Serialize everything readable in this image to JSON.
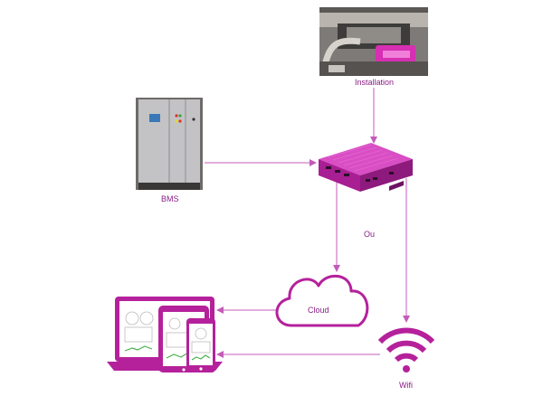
{
  "labels": {
    "installation": "Installation",
    "bms": "BMS",
    "ou": "Ou",
    "cloud": "Cloud",
    "wifi": "Wifi"
  },
  "colors": {
    "accent": "#b5219b",
    "arrow": "#c45bb8",
    "text": "#8a1f86"
  },
  "icons": [
    "industrial-installation-photo",
    "bms-cabinet-photo",
    "gateway-device-icon",
    "cloud-icon",
    "wifi-icon",
    "devices-icon"
  ]
}
